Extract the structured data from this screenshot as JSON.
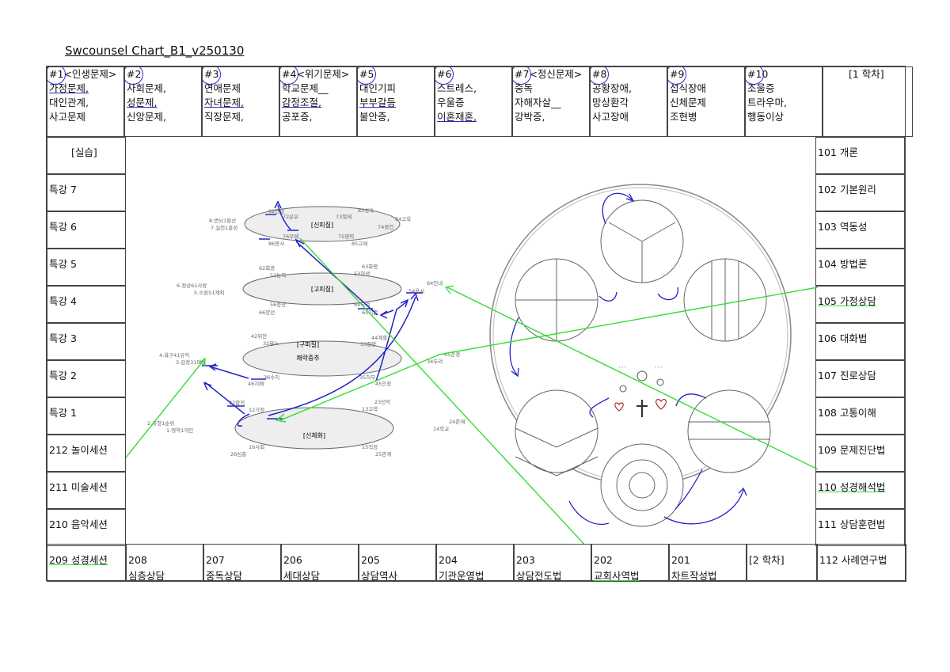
{
  "title": "Swcounsel Chart_B1_v250130",
  "top_headers": [
    {
      "num": "#1",
      "cat": "<인생문제>",
      "lines": [
        "가정문제,",
        "대인관계,",
        "사고문제"
      ]
    },
    {
      "num": "#2",
      "cat": "",
      "lines": [
        "사회문제,",
        "성문제,",
        "신앙문제,"
      ]
    },
    {
      "num": "#3",
      "cat": "",
      "lines": [
        "연애문제",
        "자녀문제,",
        "직장문제,"
      ]
    },
    {
      "num": "#4",
      "cat": "<위기문제>",
      "lines": [
        "학교문제__",
        "감정조절,",
        "공포증,"
      ]
    },
    {
      "num": "#5",
      "cat": "",
      "lines": [
        "대인기피",
        "부부갈등",
        "불안증,"
      ]
    },
    {
      "num": "#6",
      "cat": "",
      "lines": [
        "스트레스,",
        "우울증",
        "이혼재혼,"
      ]
    },
    {
      "num": "#7",
      "cat": "<정신문제>",
      "lines": [
        "중독",
        "자해자살__",
        "강박증,"
      ]
    },
    {
      "num": "#8",
      "cat": "",
      "lines": [
        "공황장애,",
        "망상환각",
        "사고장애"
      ]
    },
    {
      "num": "#9",
      "cat": "",
      "lines": [
        "섭식장애",
        "신체문제",
        "조현병"
      ]
    },
    {
      "num": "#10",
      "cat": "",
      "lines": [
        "조울증",
        "트라우마,",
        "행동이상"
      ]
    },
    {
      "num": "",
      "cat": "",
      "lines": [
        "",
        "",
        "[1 학차]"
      ]
    }
  ],
  "left_column": [
    "[실습]",
    "특강 7",
    "특강 6",
    "특강 5",
    "특강 4",
    "특강 3",
    "특강 2",
    "특강 1",
    "212 놀이세션",
    "211 미술세션",
    "210 음악세션"
  ],
  "right_column": [
    "101 개론",
    "102 기본원리",
    "103 역동성",
    "104 방법론",
    "105 가정상담",
    "106 대화법",
    "107 진로상담",
    "108 고통이해",
    "109 문제진단법",
    "110 성경해석법",
    "111 상담훈련법"
  ],
  "bottom_row": [
    {
      "code": "209 성경세션",
      "name": ""
    },
    {
      "code": "208",
      "name": "심층상담"
    },
    {
      "code": "207",
      "name": "중독상담"
    },
    {
      "code": "206",
      "name": "세대상담"
    },
    {
      "code": "205",
      "name": "상담역사"
    },
    {
      "code": "204",
      "name": "기관운영법"
    },
    {
      "code": "203",
      "name": "상담전도법"
    },
    {
      "code": "202",
      "name": "교회사역법"
    },
    {
      "code": "201",
      "name": "차트작성법"
    },
    {
      "code": "[2 학차]",
      "name": ""
    },
    {
      "code": "112 사례연구법",
      "name": ""
    }
  ],
  "diagram": {
    "levels": [
      {
        "name": "[신피질]",
        "sub": "",
        "labels": [
          "8.번뇌1환산",
          "7.실천1흥성",
          "82연합",
          "72은유",
          "83성숙",
          "73절제",
          "84고육",
          "74경건",
          "76우애",
          "75영력",
          "86봉사",
          "85고제"
        ]
      },
      {
        "name": "[고피질]",
        "sub": "",
        "labels": [
          "6.정상61사랑",
          "5.소원51계획",
          "62회광",
          "52능력",
          "63화평",
          "53희생",
          "64인내",
          "54용서",
          "64두려",
          "65기쁨",
          "56충만",
          "66양선"
        ]
      },
      {
        "name": "[구피질]",
        "sub": "쾌락중추",
        "labels": [
          "4.욕구41유익",
          "3.감정31미움",
          "42위안",
          "32분노",
          "44계할",
          "33절망",
          "45존경",
          "34두려",
          "36수치",
          "35허무",
          "46지배",
          "45인정"
        ]
      },
      {
        "name": "[신체화]",
        "sub": "",
        "labels": [
          "2.유형1순위",
          "1.영역1개인",
          "22합의",
          "12가정",
          "23선악",
          "13고학",
          "24존재",
          "14학교",
          "16사회",
          "15직장",
          "26심층",
          "25관계"
        ]
      }
    ]
  }
}
